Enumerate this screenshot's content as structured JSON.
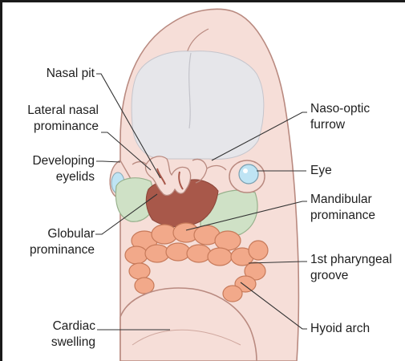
{
  "labels": {
    "nasal_pit": "Nasal pit",
    "lateral_nasal_1": "Lateral nasal",
    "lateral_nasal_2": "prominance",
    "developing_1": "Developing",
    "developing_2": "eyelids",
    "globular_1": "Globular",
    "globular_2": "prominance",
    "cardiac_1": "Cardiac",
    "cardiac_2": "swelling",
    "naso_optic_1": "Naso-optic",
    "naso_optic_2": "furrow",
    "eye": "Eye",
    "mandibular_1": "Mandibular",
    "mandibular_2": "prominance",
    "pharyngeal_1": "1st pharyngeal",
    "pharyngeal_2": "groove",
    "hyoid": "Hyoid arch"
  },
  "colors": {
    "skin": "#f6ded8",
    "skin_outline": "#b98a80",
    "brain": "#e6e6ea",
    "nasal_dark": "#a8584a",
    "maxillary_green": "#cfe1c6",
    "pharyngeal_orange": "#f2a98a",
    "eye_blue": "#bfe4f4",
    "leader_line": "#333333"
  }
}
